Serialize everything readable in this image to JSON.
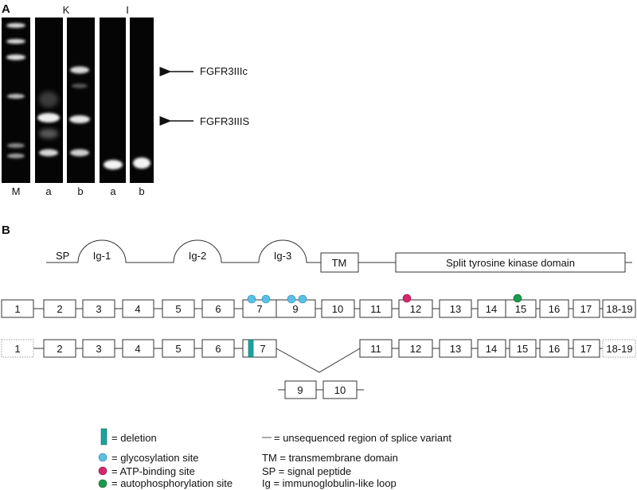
{
  "panelA": {
    "label": "A",
    "group_k": "K",
    "group_i": "I",
    "arrow_upper_label": "FGFR3IIIc",
    "arrow_lower_label": "FGFR3IIIS",
    "lanes": [
      "M",
      "a",
      "b",
      "a",
      "b"
    ]
  },
  "panelB": {
    "label": "B",
    "domains": {
      "sp": "SP",
      "ig1": "Ig-1",
      "ig2": "Ig-2",
      "ig3": "Ig-3",
      "tm": "TM",
      "kinase": "Split tyrosine kinase domain"
    },
    "row1_exons": [
      "1",
      "2",
      "3",
      "4",
      "5",
      "6",
      "7",
      "9",
      "10",
      "11",
      "12",
      "13",
      "14",
      "15",
      "16",
      "17",
      "18-19"
    ],
    "row2_exons": [
      "1",
      "2",
      "3",
      "4",
      "5",
      "6",
      "7",
      "11",
      "12",
      "13",
      "14",
      "15",
      "16",
      "17",
      "18-19"
    ],
    "skipped_exons": [
      "9",
      "10"
    ]
  },
  "legend": {
    "deletion": "= deletion",
    "glycosylation": "= glycosylation site",
    "atp": "= ATP-binding site",
    "autophos": "= autophosphorylation site",
    "unsequenced": "= unsequenced region of splice variant",
    "tm": "TM = transmembrane domain",
    "sp": "SP = signal peptide",
    "ig": "Ig = immunoglobulin-like loop"
  },
  "colors": {
    "glycosylation": "#5bc0e6",
    "atp": "#d4286a",
    "autophos": "#1a9a4a",
    "deletion": "#1aa39a"
  }
}
